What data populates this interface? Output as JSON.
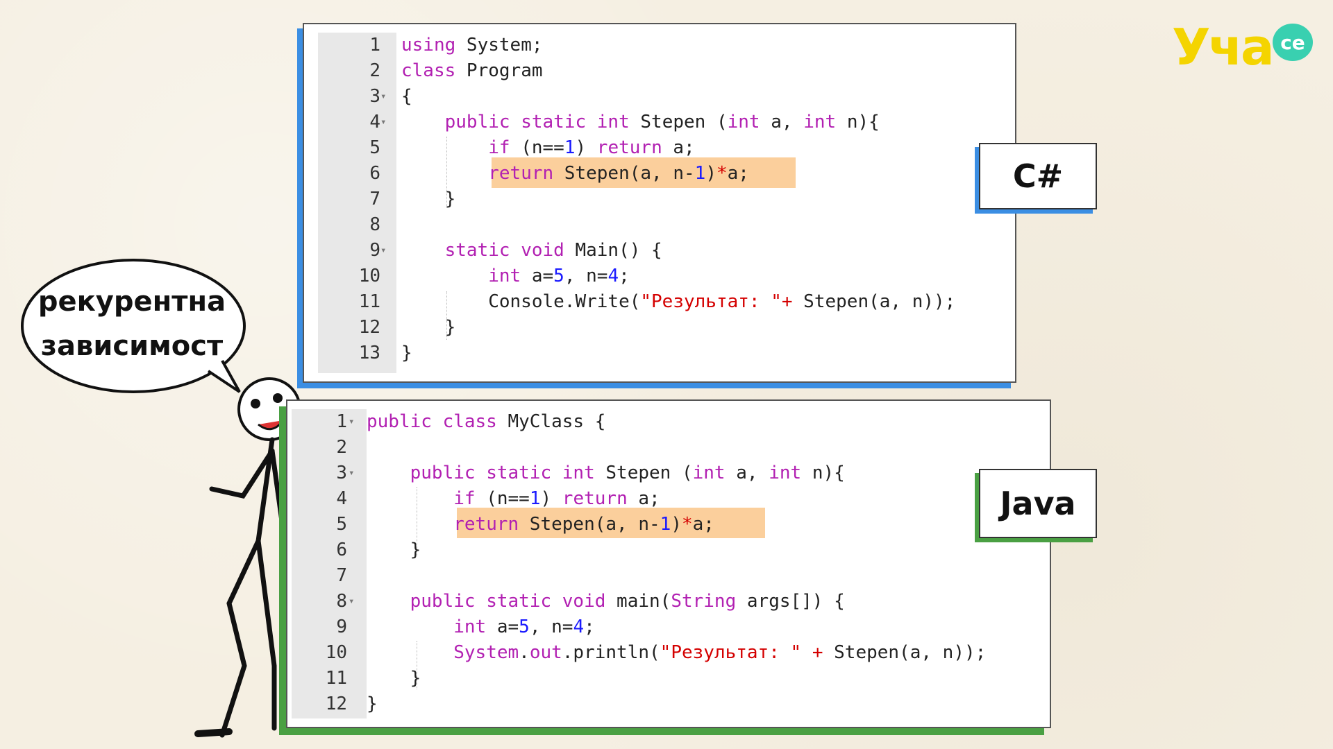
{
  "logo": {
    "text": "Учa",
    "badge": "се"
  },
  "speech_bubble": {
    "line1": "рекурентна",
    "line2": "зависимост"
  },
  "labels": {
    "csharp": "C#",
    "java": "Java"
  },
  "csharp": {
    "highlight_line": 6,
    "lines": [
      {
        "n": "1",
        "fold": false,
        "tokens": [
          [
            "kw",
            "using"
          ],
          [
            "plain",
            " System;"
          ]
        ]
      },
      {
        "n": "2",
        "fold": false,
        "tokens": [
          [
            "kw",
            "class"
          ],
          [
            "plain",
            " Program"
          ]
        ]
      },
      {
        "n": "3",
        "fold": true,
        "tokens": [
          [
            "plain",
            "{"
          ]
        ]
      },
      {
        "n": "4",
        "fold": true,
        "tokens": [
          [
            "plain",
            "    "
          ],
          [
            "kw",
            "public static int"
          ],
          [
            "plain",
            " Stepen ("
          ],
          [
            "kw",
            "int"
          ],
          [
            "plain",
            " a, "
          ],
          [
            "kw",
            "int"
          ],
          [
            "plain",
            " n){"
          ]
        ]
      },
      {
        "n": "5",
        "fold": false,
        "tokens": [
          [
            "plain",
            "        "
          ],
          [
            "kw",
            "if"
          ],
          [
            "plain",
            " (n=="
          ],
          [
            "num",
            "1"
          ],
          [
            "plain",
            ") "
          ],
          [
            "kw",
            "return"
          ],
          [
            "plain",
            " a;"
          ]
        ]
      },
      {
        "n": "6",
        "fold": false,
        "tokens": [
          [
            "plain",
            "        "
          ],
          [
            "kw",
            "return"
          ],
          [
            "plain",
            " Stepen(a, n-"
          ],
          [
            "num",
            "1"
          ],
          [
            "plain",
            ")"
          ],
          [
            "op",
            "*"
          ],
          [
            "plain",
            "a;"
          ]
        ]
      },
      {
        "n": "7",
        "fold": false,
        "tokens": [
          [
            "plain",
            "    }"
          ]
        ]
      },
      {
        "n": "8",
        "fold": false,
        "tokens": [
          [
            "plain",
            ""
          ]
        ]
      },
      {
        "n": "9",
        "fold": true,
        "tokens": [
          [
            "plain",
            "    "
          ],
          [
            "kw",
            "static void"
          ],
          [
            "plain",
            " Main() {"
          ]
        ]
      },
      {
        "n": "10",
        "fold": false,
        "tokens": [
          [
            "plain",
            "        "
          ],
          [
            "kw",
            "int"
          ],
          [
            "plain",
            " a="
          ],
          [
            "num",
            "5"
          ],
          [
            "plain",
            ", n="
          ],
          [
            "num",
            "4"
          ],
          [
            "plain",
            ";"
          ]
        ]
      },
      {
        "n": "11",
        "fold": false,
        "tokens": [
          [
            "plain",
            "        Console.Write("
          ],
          [
            "str",
            "\"Результат: \""
          ],
          [
            "op",
            "+"
          ],
          [
            "plain",
            " Stepen(a, n));"
          ]
        ]
      },
      {
        "n": "12",
        "fold": false,
        "tokens": [
          [
            "plain",
            "    }"
          ]
        ]
      },
      {
        "n": "13",
        "fold": false,
        "tokens": [
          [
            "plain",
            "}"
          ]
        ]
      }
    ]
  },
  "java": {
    "highlight_line": 5,
    "lines": [
      {
        "n": "1",
        "fold": true,
        "tokens": [
          [
            "kw",
            "public class"
          ],
          [
            "plain",
            " MyClass {"
          ]
        ]
      },
      {
        "n": "2",
        "fold": false,
        "tokens": [
          [
            "plain",
            ""
          ]
        ]
      },
      {
        "n": "3",
        "fold": true,
        "tokens": [
          [
            "plain",
            "    "
          ],
          [
            "kw",
            "public static int"
          ],
          [
            "plain",
            " Stepen ("
          ],
          [
            "kw",
            "int"
          ],
          [
            "plain",
            " a, "
          ],
          [
            "kw",
            "int"
          ],
          [
            "plain",
            " n){"
          ]
        ]
      },
      {
        "n": "4",
        "fold": false,
        "tokens": [
          [
            "plain",
            "        "
          ],
          [
            "kw",
            "if"
          ],
          [
            "plain",
            " (n=="
          ],
          [
            "num",
            "1"
          ],
          [
            "plain",
            ") "
          ],
          [
            "kw",
            "return"
          ],
          [
            "plain",
            " a;"
          ]
        ]
      },
      {
        "n": "5",
        "fold": false,
        "tokens": [
          [
            "plain",
            "        "
          ],
          [
            "kw",
            "return"
          ],
          [
            "plain",
            " Stepen(a, n-"
          ],
          [
            "num",
            "1"
          ],
          [
            "plain",
            ")"
          ],
          [
            "op",
            "*"
          ],
          [
            "plain",
            "a;"
          ]
        ]
      },
      {
        "n": "6",
        "fold": false,
        "tokens": [
          [
            "plain",
            "    }"
          ]
        ]
      },
      {
        "n": "7",
        "fold": false,
        "tokens": [
          [
            "plain",
            ""
          ]
        ]
      },
      {
        "n": "8",
        "fold": true,
        "tokens": [
          [
            "plain",
            "    "
          ],
          [
            "kw",
            "public static void"
          ],
          [
            "plain",
            " main("
          ],
          [
            "kw",
            "String"
          ],
          [
            "plain",
            " args[]) {"
          ]
        ]
      },
      {
        "n": "9",
        "fold": false,
        "tokens": [
          [
            "plain",
            "        "
          ],
          [
            "kw",
            "int"
          ],
          [
            "plain",
            " a="
          ],
          [
            "num",
            "5"
          ],
          [
            "plain",
            ", n="
          ],
          [
            "num",
            "4"
          ],
          [
            "plain",
            ";"
          ]
        ]
      },
      {
        "n": "10",
        "fold": false,
        "tokens": [
          [
            "plain",
            "        "
          ],
          [
            "kw",
            "System"
          ],
          [
            "plain",
            "."
          ],
          [
            "kw",
            "out"
          ],
          [
            "plain",
            ".println("
          ],
          [
            "str",
            "\"Результат: \""
          ],
          [
            "plain",
            " "
          ],
          [
            "op",
            "+"
          ],
          [
            "plain",
            " Stepen(a, n));"
          ]
        ]
      },
      {
        "n": "11",
        "fold": false,
        "tokens": [
          [
            "plain",
            "    }"
          ]
        ]
      },
      {
        "n": "12",
        "fold": false,
        "tokens": [
          [
            "plain",
            "}"
          ]
        ]
      }
    ]
  }
}
